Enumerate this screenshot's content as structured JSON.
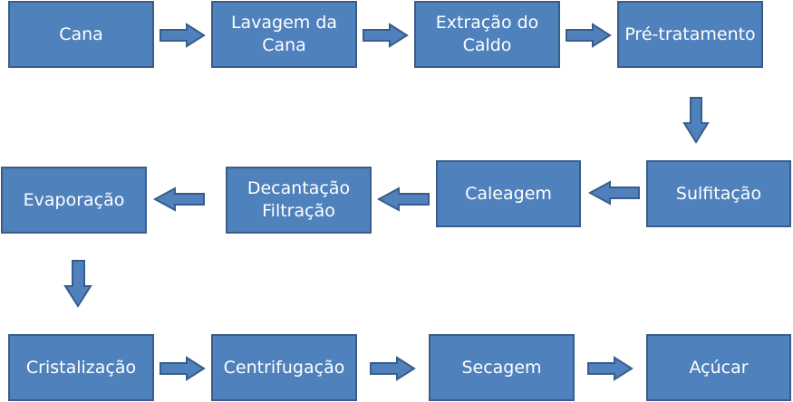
{
  "diagram": {
    "fill": "#4f81bd",
    "border": "#385d8a",
    "text_color": "#ffffff",
    "steps": [
      {
        "id": "cana",
        "label": "Cana"
      },
      {
        "id": "lavagem",
        "label": "Lavagem da Cana"
      },
      {
        "id": "extracao",
        "label": "Extração do Caldo"
      },
      {
        "id": "pre-tratamento",
        "label": "Pré-tratamento"
      },
      {
        "id": "sulfitacao",
        "label": "Sulfitação"
      },
      {
        "id": "caleagem",
        "label": "Caleagem"
      },
      {
        "id": "decantacao",
        "label": "Decantação Filtração"
      },
      {
        "id": "evaporacao",
        "label": "Evaporação"
      },
      {
        "id": "cristalizacao",
        "label": "Cristalização"
      },
      {
        "id": "centrifugacao",
        "label": "Centrifugação"
      },
      {
        "id": "secagem",
        "label": "Secagem"
      },
      {
        "id": "acucar",
        "label": "Açúcar"
      }
    ],
    "flows": [
      {
        "from": "cana",
        "to": "lavagem",
        "direction": "right"
      },
      {
        "from": "lavagem",
        "to": "extracao",
        "direction": "right"
      },
      {
        "from": "extracao",
        "to": "pre-tratamento",
        "direction": "right"
      },
      {
        "from": "pre-tratamento",
        "to": "sulfitacao",
        "direction": "down"
      },
      {
        "from": "sulfitacao",
        "to": "caleagem",
        "direction": "left"
      },
      {
        "from": "caleagem",
        "to": "decantacao",
        "direction": "left"
      },
      {
        "from": "decantacao",
        "to": "evaporacao",
        "direction": "left"
      },
      {
        "from": "evaporacao",
        "to": "cristalizacao",
        "direction": "down"
      },
      {
        "from": "cristalizacao",
        "to": "centrifugacao",
        "direction": "right"
      },
      {
        "from": "centrifugacao",
        "to": "secagem",
        "direction": "right"
      },
      {
        "from": "secagem",
        "to": "acucar",
        "direction": "right"
      }
    ]
  }
}
